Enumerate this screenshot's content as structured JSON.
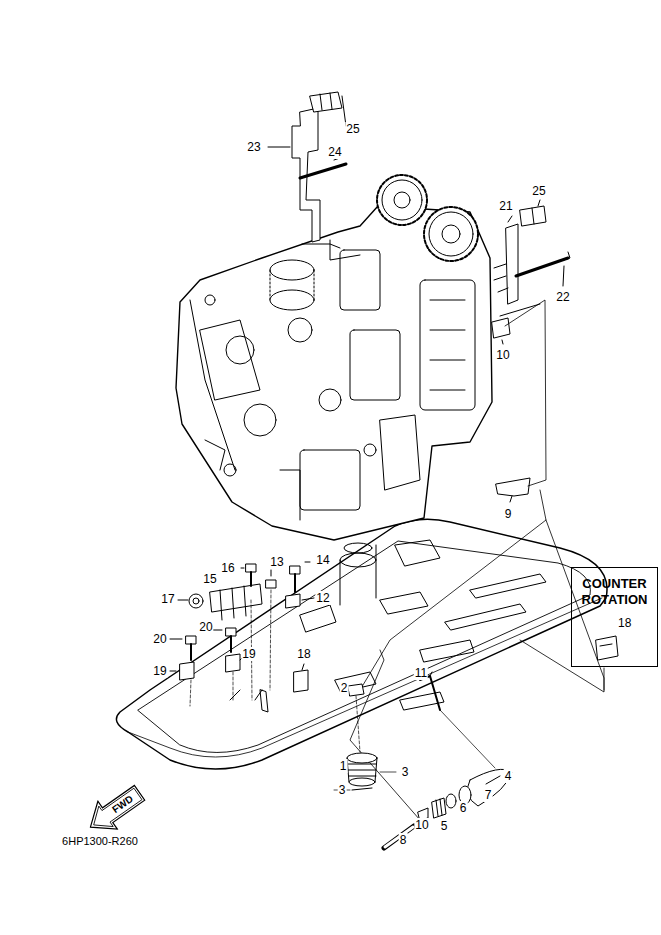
{
  "diagram": {
    "nodes": [
      {
        "text": [
          "COUNTER ROTATION",
          "18"
        ]
      },
      {
        "text": [
          "FWD"
        ]
      }
    ],
    "labels": [
      "25",
      "23",
      "24",
      "25",
      "21",
      "22",
      "10",
      "9",
      "16",
      "13",
      "14",
      "15",
      "12",
      "17",
      "20",
      "20",
      "19",
      "19",
      "18",
      "11",
      "2",
      "1",
      "3",
      "3",
      "4",
      "7",
      "6",
      "5",
      "10",
      "8",
      "6HP1300-R260"
    ]
  }
}
